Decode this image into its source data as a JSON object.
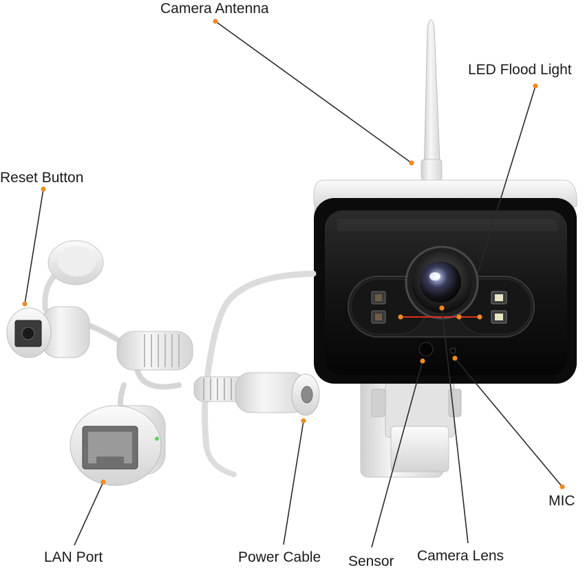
{
  "callouts": {
    "camera_antenna": "Camera Antenna",
    "led_flood_light": "LED Flood Light",
    "reset_button": "Reset Button",
    "mic": "MIC",
    "lan_port": "LAN Port",
    "power_cable": "Power Cable",
    "sensor": "Sensor",
    "camera_lens": "Camera Lens"
  },
  "colors": {
    "callout_dot": "#f08a24",
    "leader_line": "#2a2a2a",
    "highlight_line": "#e0301e",
    "housing": "#e9e9e9",
    "front_panel": "#111111"
  }
}
